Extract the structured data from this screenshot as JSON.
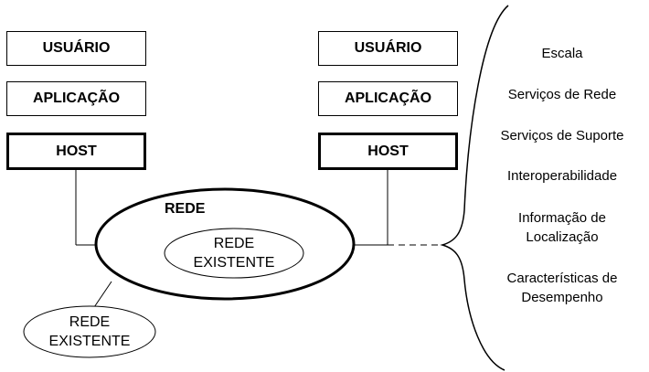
{
  "left_stack": {
    "usuario": "USUÁRIO",
    "aplicacao": "APLICAÇÃO",
    "host": "HOST"
  },
  "right_stack": {
    "usuario": "USUÁRIO",
    "aplicacao": "APLICAÇÃO",
    "host": "HOST"
  },
  "rede": {
    "title": "REDE",
    "inner_line1": "REDE",
    "inner_line2": "EXISTENTE"
  },
  "external_network": {
    "line1": "REDE",
    "line2": "EXISTENTE"
  },
  "attributes": [
    {
      "line1": "Escala"
    },
    {
      "line1": "Serviços de Rede"
    },
    {
      "line1": "Serviços de Suporte"
    },
    {
      "line1": "Interoperabilidade"
    },
    {
      "line1": "Informação de",
      "line2": "Localização"
    },
    {
      "line1": "Características de",
      "line2": "Desempenho"
    }
  ]
}
